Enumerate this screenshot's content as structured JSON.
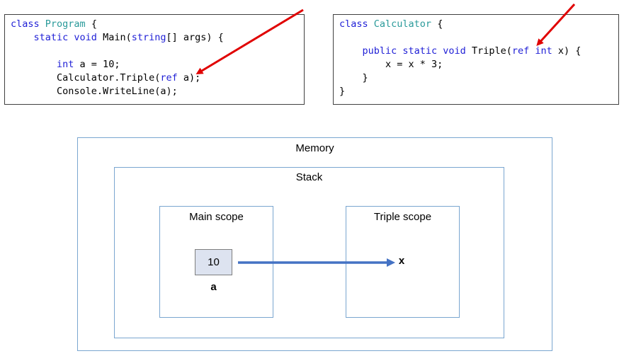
{
  "code_left": {
    "lines": [
      [
        {
          "t": "class ",
          "c": "kw"
        },
        {
          "t": "Program",
          "c": "cls"
        },
        {
          "t": " {",
          "c": ""
        }
      ],
      [
        {
          "t": "    ",
          "c": ""
        },
        {
          "t": "static void ",
          "c": "kw"
        },
        {
          "t": "Main(",
          "c": ""
        },
        {
          "t": "string",
          "c": "kw"
        },
        {
          "t": "[] args) {",
          "c": ""
        }
      ],
      [
        {
          "t": "",
          "c": ""
        }
      ],
      [
        {
          "t": "        ",
          "c": ""
        },
        {
          "t": "int",
          "c": "kw"
        },
        {
          "t": " a = 10;",
          "c": ""
        }
      ],
      [
        {
          "t": "        Calculator.Triple(",
          "c": ""
        },
        {
          "t": "ref",
          "c": "kw"
        },
        {
          "t": " a);",
          "c": ""
        }
      ],
      [
        {
          "t": "        Console.WriteLine(a);",
          "c": ""
        }
      ]
    ]
  },
  "code_right": {
    "lines": [
      [
        {
          "t": "class ",
          "c": "kw"
        },
        {
          "t": "Calculator",
          "c": "cls"
        },
        {
          "t": " {",
          "c": ""
        }
      ],
      [
        {
          "t": "",
          "c": ""
        }
      ],
      [
        {
          "t": "    ",
          "c": ""
        },
        {
          "t": "public static void ",
          "c": "kw"
        },
        {
          "t": "Triple(",
          "c": ""
        },
        {
          "t": "ref int",
          "c": "kw"
        },
        {
          "t": " x) {",
          "c": ""
        }
      ],
      [
        {
          "t": "        x = x * 3;",
          "c": ""
        }
      ],
      [
        {
          "t": "    }",
          "c": ""
        }
      ],
      [
        {
          "t": "}",
          "c": ""
        }
      ]
    ]
  },
  "diagram": {
    "memory_label": "Memory",
    "stack_label": "Stack",
    "main_scope_label": "Main scope",
    "triple_scope_label": "Triple scope",
    "value": "10",
    "var_a": "a",
    "var_x": "x"
  },
  "colors": {
    "keyword": "#1f1fd6",
    "class_name": "#2a9a9a",
    "box_border": "#7aa6d0",
    "pointer_arrow": "#4472c4",
    "annotation_arrow": "#e00000",
    "value_fill": "#dde3f0"
  }
}
